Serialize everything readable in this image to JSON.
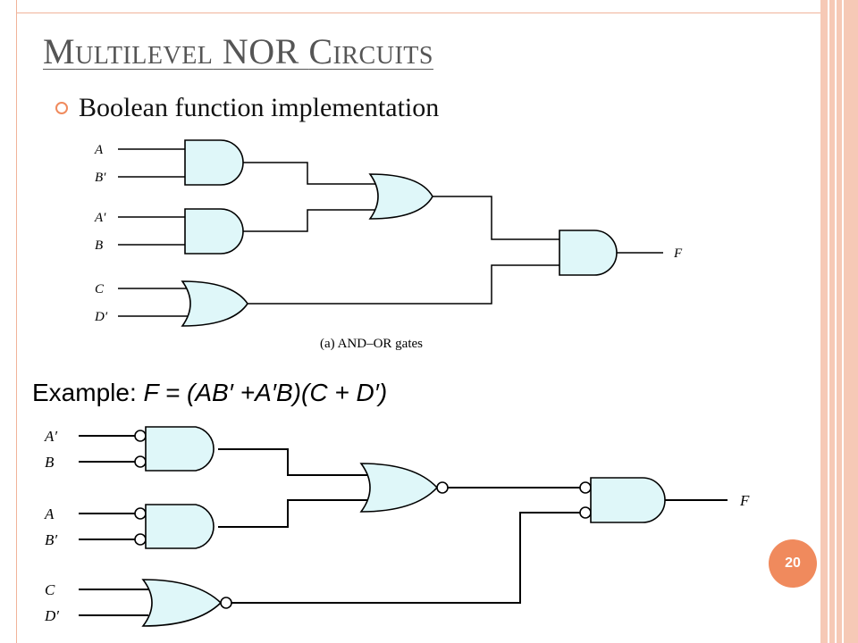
{
  "slide": {
    "title_first": "M",
    "title_rest1": "ultilevel",
    "title_mid": " NOR ",
    "title_c": "C",
    "title_rest2": "ircuits",
    "bullet": "Boolean function implementation",
    "example_label": "Example: ",
    "example_formula": "F = (AB′ +A′B)(C + D′)",
    "page_number": "20"
  },
  "diagram_top": {
    "caption": "(a) AND–OR gates",
    "inputs": [
      "A",
      "B′",
      "A′",
      "B",
      "C",
      "D′"
    ],
    "output": "F"
  },
  "diagram_bottom": {
    "inputs": [
      "A′",
      "B",
      "A",
      "B′",
      "C",
      "D′"
    ],
    "output": "F"
  },
  "colors": {
    "accent": "#f08a5d",
    "border": "#f6c9b6",
    "gate_fill": "#dff7f9"
  }
}
